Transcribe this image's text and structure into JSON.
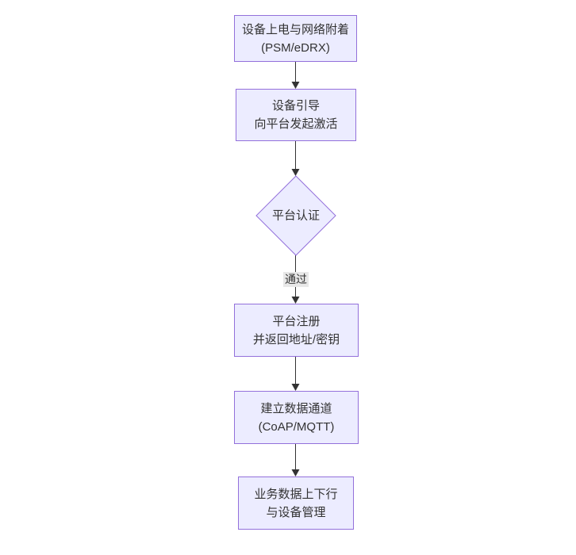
{
  "diagram": {
    "type": "flowchart",
    "direction": "top-down",
    "nodes": [
      {
        "id": "A",
        "shape": "rect",
        "label": "设备上电与网络附着\n(PSM/eDRX)"
      },
      {
        "id": "B",
        "shape": "rect",
        "label": "设备引导\n向平台发起激活"
      },
      {
        "id": "C",
        "shape": "diamond",
        "label": "平台认证"
      },
      {
        "id": "D",
        "shape": "rect",
        "label": "平台注册\n并返回地址/密钥"
      },
      {
        "id": "E",
        "shape": "rect",
        "label": "建立数据通道\n(CoAP/MQTT)"
      },
      {
        "id": "F",
        "shape": "rect",
        "label": "业务数据上下行\n与设备管理"
      }
    ],
    "edges": [
      {
        "from": "A",
        "to": "B",
        "label": ""
      },
      {
        "from": "B",
        "to": "C",
        "label": ""
      },
      {
        "from": "C",
        "to": "D",
        "label": "通过"
      },
      {
        "from": "D",
        "to": "E",
        "label": ""
      },
      {
        "from": "E",
        "to": "F",
        "label": ""
      }
    ]
  },
  "colors": {
    "node_fill": "#ECECFF",
    "node_border": "#9370DB",
    "text": "#333333",
    "edge": "#333333",
    "edge_label_bg": "#e8e8e8",
    "bg": "#ffffff"
  }
}
